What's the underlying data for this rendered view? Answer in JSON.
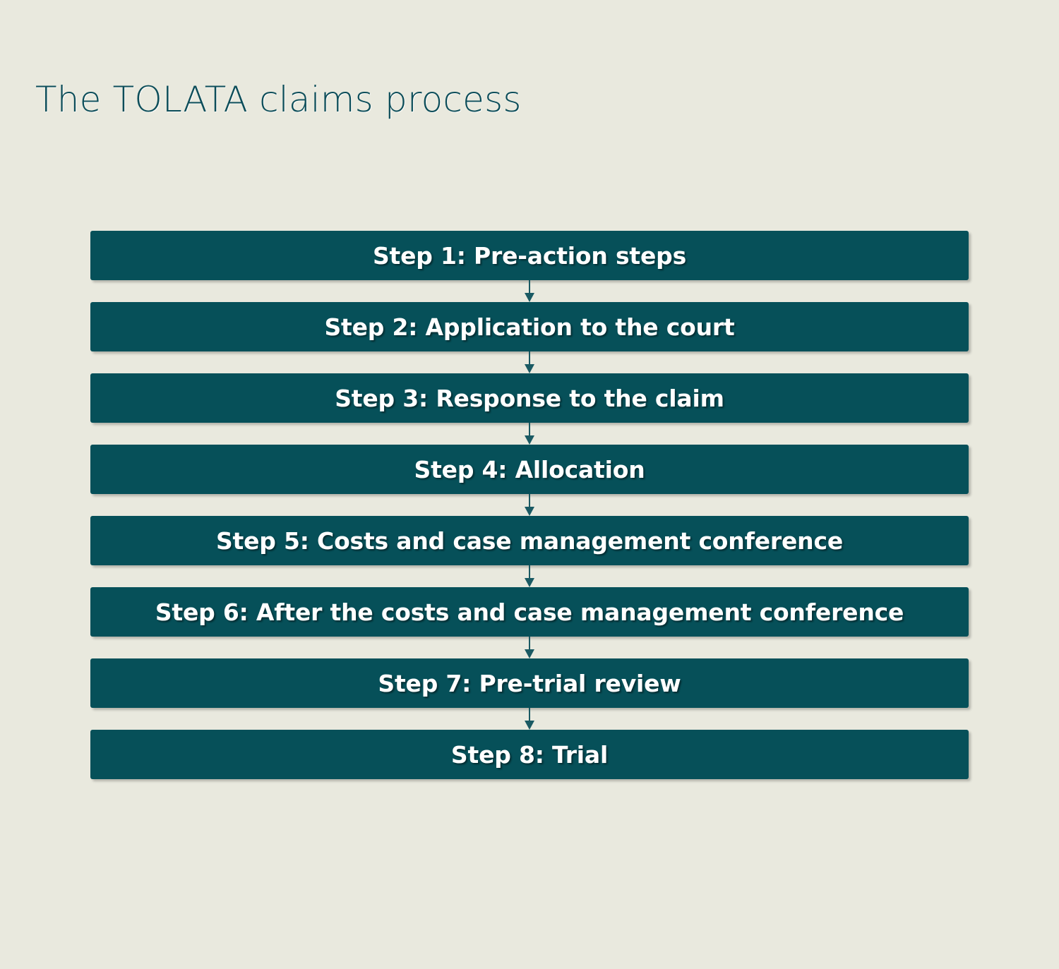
{
  "page": {
    "title": "The TOLATA claims process",
    "background_color": "#e9e9de",
    "accent_color": "#065059",
    "title_color": "#0c4d59",
    "step_text_color": "#ffffff"
  },
  "flow": {
    "type": "vertical-flowchart",
    "connector_icon": "down-arrow-icon",
    "steps": [
      {
        "id": 1,
        "label": "Step 1: Pre-action steps"
      },
      {
        "id": 2,
        "label": "Step 2: Application to the court"
      },
      {
        "id": 3,
        "label": "Step 3: Response to the claim"
      },
      {
        "id": 4,
        "label": "Step 4: Allocation"
      },
      {
        "id": 5,
        "label": "Step 5: Costs and case management conference"
      },
      {
        "id": 6,
        "label": "Step 6: After the costs and case management conference"
      },
      {
        "id": 7,
        "label": "Step 7: Pre-trial review"
      },
      {
        "id": 8,
        "label": "Step 8: Trial"
      }
    ]
  }
}
